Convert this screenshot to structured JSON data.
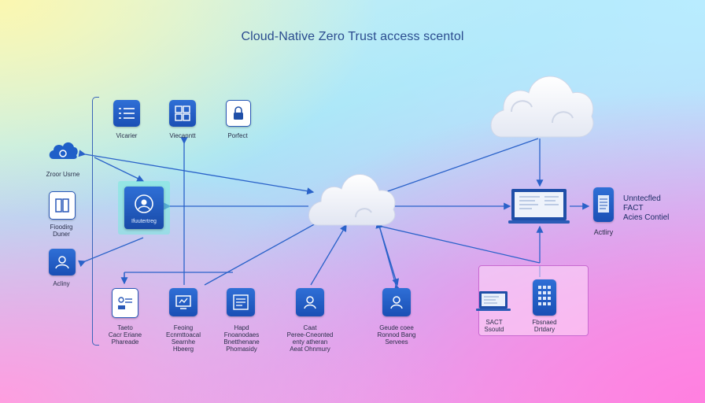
{
  "title": "Cloud-Native Zero Trust access scentol",
  "colors": {
    "tile": "#1f5fc8",
    "wire": "#2a62c9",
    "panel_border": "#c86ad0",
    "hub_glow": "#78ebdc"
  },
  "left_nodes": [
    {
      "icon": "cloud-icon",
      "label": "Zroor Usrne"
    },
    {
      "icon": "book-icon",
      "label": "Fioodirg\nDuner"
    },
    {
      "icon": "user-icon",
      "label": "Acliny"
    }
  ],
  "top_nodes": [
    {
      "icon": "list-icon",
      "label": "Vicarier"
    },
    {
      "icon": "grid-icon",
      "label": "Viecanntt"
    },
    {
      "icon": "lock-icon",
      "label": "Porfect"
    }
  ],
  "hub": {
    "icon": "user-shield-icon",
    "label": "Ifuutertreg"
  },
  "bottom_nodes": [
    {
      "icon": "id-card-icon",
      "label": "Taeto\nCacr Eriane\nPhareade"
    },
    {
      "icon": "screen-icon",
      "label": "Feoing\nEcnmttoacal\nSearnhe\nHbeerg"
    },
    {
      "icon": "data-icon",
      "label": "Hapd\nFnoanodaes\nBnetthenane\nPhomasidy"
    },
    {
      "icon": "user-id-icon",
      "label": "Caat\nPeree-Cneonted\nenty atheran\nAeat Ohnmury"
    },
    {
      "icon": "user-id-icon",
      "label": "Geude coee\nRonnod Bang\nServees"
    }
  ],
  "right_device": {
    "icon": "phone-icon",
    "label": "Actliry"
  },
  "right_text": [
    "Unntecfled",
    "FACT",
    "Acies Contiel"
  ],
  "panel": [
    {
      "icon": "laptop-icon",
      "label": "SACT\nSsoutd"
    },
    {
      "icon": "keypad-icon",
      "label": "Fbsnaed\nDrtdary"
    }
  ]
}
